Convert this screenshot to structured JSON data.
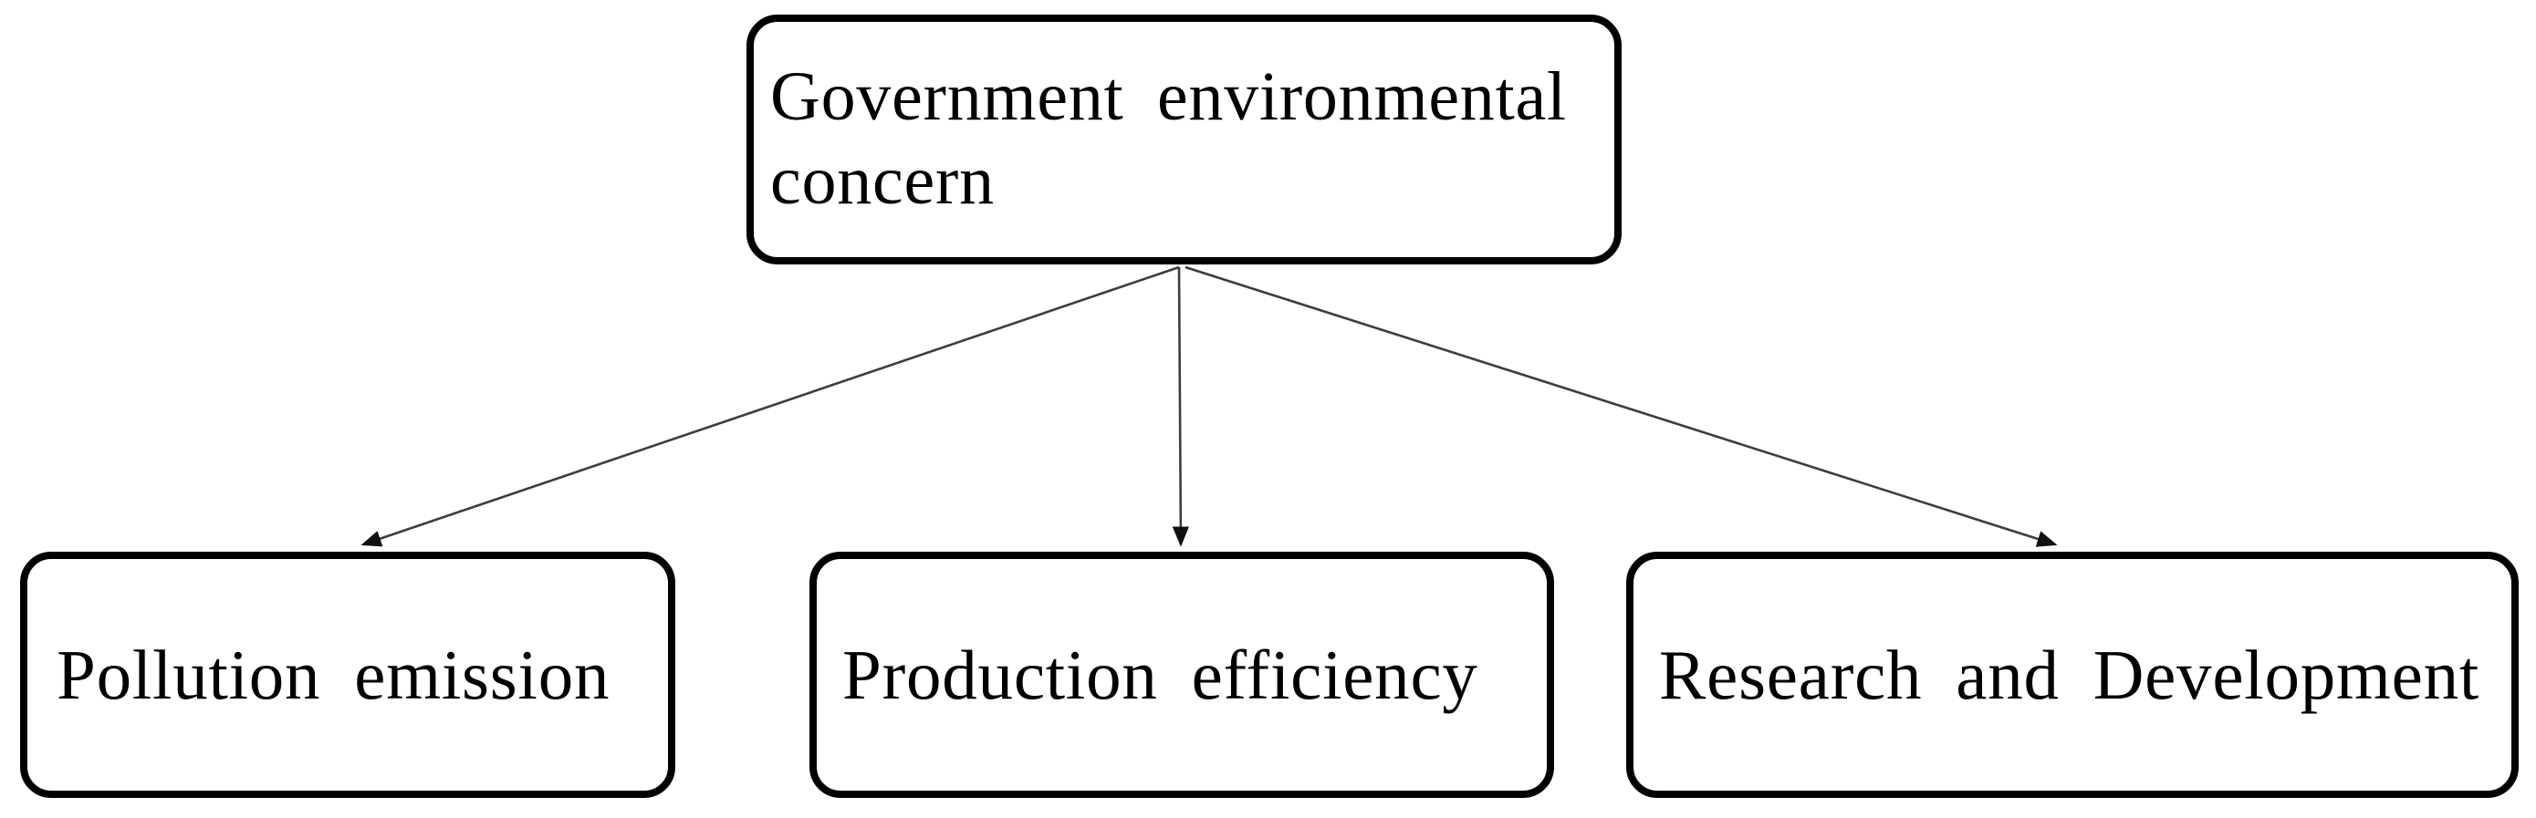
{
  "figure": {
    "type": "hierarchy-diagram",
    "background_color": "#ffffff",
    "nodes": {
      "root": {
        "id": "government-environmental-concern",
        "label": "Government environmental concern"
      },
      "child1": {
        "id": "pollution-emission",
        "label": "Pollution emission"
      },
      "child2": {
        "id": "production-efficiency",
        "label": "Production efficiency"
      },
      "child3": {
        "id": "research-and-development",
        "label": "Research and Development"
      }
    },
    "edges": [
      {
        "from": "government-environmental-concern",
        "to": "pollution-emission",
        "style": "thin-line-solid-arrowhead"
      },
      {
        "from": "government-environmental-concern",
        "to": "production-efficiency",
        "style": "thin-line-solid-arrowhead"
      },
      {
        "from": "government-environmental-concern",
        "to": "research-and-development",
        "style": "thin-line-solid-arrowhead"
      }
    ],
    "colors": {
      "box_border": "#000000",
      "box_fill": "#ffffff",
      "text": "#000000",
      "arrow_line": "#3d3d3d",
      "arrow_head": "#111111"
    }
  }
}
